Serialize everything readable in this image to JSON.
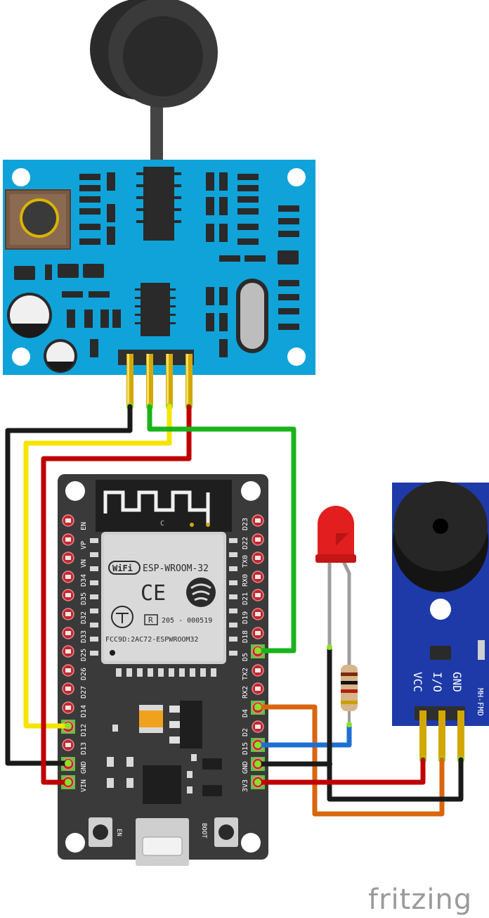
{
  "esp32": {
    "module_name": "ESP-WROOM-32",
    "wifi_logo": "WiFi",
    "ce_mark": "CE",
    "r_mark": "R",
    "cert_number": "205 - 000519",
    "fcc_id": "FCC9D:2AC72-ESPWROOM32",
    "antenna_mark": "C",
    "left_pins": [
      "EN",
      "VP",
      "VN",
      "D34",
      "D35",
      "D32",
      "D33",
      "D25",
      "D26",
      "D27",
      "D14",
      "D12",
      "D13",
      "GND",
      "VIN"
    ],
    "right_pins": [
      "D23",
      "D22",
      "TX0",
      "RX0",
      "D21",
      "D19",
      "D18",
      "D5",
      "TX2",
      "RX2",
      "D4",
      "D2",
      "D15",
      "GND",
      "3V3"
    ],
    "en_button_label": "EN",
    "boot_button_label": "BOOT"
  },
  "buzzer_module": {
    "pin_labels": [
      "VCC",
      "I/O",
      "GND"
    ],
    "model": "MH-FMD"
  },
  "watermark": "fritzing",
  "wire_colors": {
    "black": "#1a1a1a",
    "yellow": "#f5e400",
    "red": "#c00000",
    "green": "#1bb31b",
    "orange": "#d9660f",
    "blue": "#1f6fd1"
  },
  "board_colors": {
    "sound_sensor": "#0fa3d9",
    "esp32": "#3a3a3a",
    "buzzer": "#1d3aa8",
    "led": "#e21e1e"
  }
}
